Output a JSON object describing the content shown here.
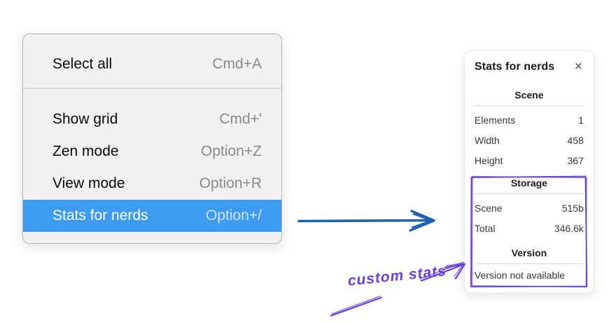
{
  "colors": {
    "menu_bg": "#f1f1f2",
    "menu_border": "#b3b3b6",
    "menu_divider": "#c8c8cb",
    "menu_text": "#0a0a0a",
    "menu_shortcut": "#8a8a8f",
    "selection_blue": "#3d9bf2",
    "selection_text": "#ffffff",
    "selection_shortcut": "#cfe3fa",
    "panel_bg": "#ffffff",
    "panel_border": "#e8e8ec",
    "panel_text": "#38383d",
    "panel_heading": "#1b1b20",
    "panel_divider": "#d6d6da",
    "arrow_blue": "#1d63b2",
    "annotation_purple": "#6741d9"
  },
  "context_menu": {
    "items": [
      {
        "label": "Select all",
        "shortcut": "Cmd+A",
        "selected": false
      },
      {
        "label": "Show grid",
        "shortcut": "Cmd+'",
        "selected": false
      },
      {
        "label": "Zen mode",
        "shortcut": "Option+Z",
        "selected": false
      },
      {
        "label": "View mode",
        "shortcut": "Option+R",
        "selected": false
      },
      {
        "label": "Stats for nerds",
        "shortcut": "Option+/",
        "selected": true
      }
    ]
  },
  "stats_panel": {
    "title": "Stats for nerds",
    "close_icon": "×",
    "sections": [
      {
        "heading": "Scene",
        "rows": [
          {
            "label": "Elements",
            "value": "1"
          },
          {
            "label": "Width",
            "value": "458"
          },
          {
            "label": "Height",
            "value": "367"
          }
        ]
      },
      {
        "heading": "Storage",
        "rows": [
          {
            "label": "Scene",
            "value": "515b"
          },
          {
            "label": "Total",
            "value": "346.6k"
          }
        ]
      },
      {
        "heading": "Version",
        "note": "Version not available"
      }
    ]
  },
  "annotations": {
    "custom_stats_label": "custom stats"
  }
}
